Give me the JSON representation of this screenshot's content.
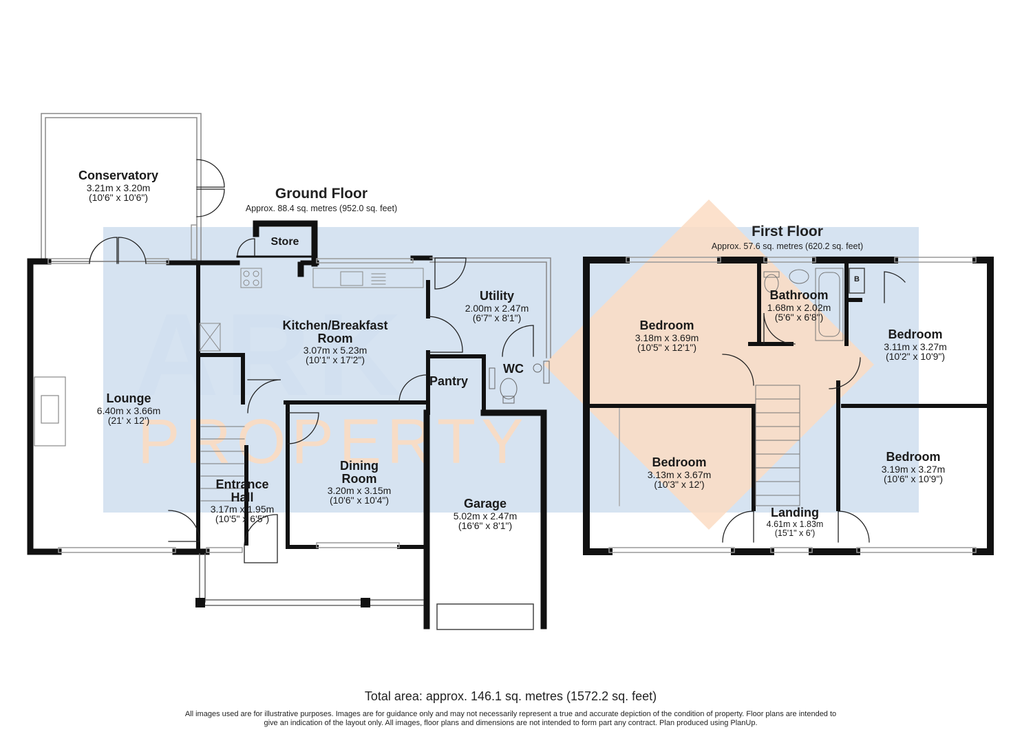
{
  "watermark": {
    "line1": "ARK",
    "line2": "PROPERTY",
    "blue": "#d6e3f1",
    "orange": "#fbdcc3"
  },
  "ground_floor": {
    "title": "Ground Floor",
    "area": "Approx. 88.4 sq. metres (952.0 sq. feet)",
    "rooms": {
      "conservatory": {
        "name": "Conservatory",
        "metric": "3.21m x 3.20m",
        "imperial": "(10'6\" x 10'6\")"
      },
      "store": {
        "name": "Store"
      },
      "kitchen": {
        "name_line1": "Kitchen/Breakfast",
        "name_line2": "Room",
        "metric": "3.07m x 5.23m",
        "imperial": "(10'1\" x 17'2\")"
      },
      "utility": {
        "name": "Utility",
        "metric": "2.00m x 2.47m",
        "imperial": "(6'7\" x 8'1\")"
      },
      "wc": {
        "name": "WC"
      },
      "pantry": {
        "name": "Pantry"
      },
      "lounge": {
        "name": "Lounge",
        "metric": "6.40m x 3.66m",
        "imperial": "(21' x 12')"
      },
      "entrance_hall": {
        "name_line1": "Entrance",
        "name_line2": "Hall",
        "metric": "3.17m x 1.95m",
        "imperial": "(10'5\" x 6'5\")"
      },
      "dining_room": {
        "name_line1": "Dining",
        "name_line2": "Room",
        "metric": "3.20m x 3.15m",
        "imperial": "(10'6\" x 10'4\")"
      },
      "garage": {
        "name": "Garage",
        "metric": "5.02m x 2.47m",
        "imperial": "(16'6\" x 8'1\")"
      }
    }
  },
  "first_floor": {
    "title": "First Floor",
    "area": "Approx. 57.6 sq. metres (620.2 sq. feet)",
    "rooms": {
      "bedroom_tl": {
        "name": "Bedroom",
        "metric": "3.18m x 3.69m",
        "imperial": "(10'5\" x 12'1\")"
      },
      "bathroom": {
        "name": "Bathroom",
        "metric": "1.68m x 2.02m",
        "imperial": "(5'6\" x 6'8\")"
      },
      "boiler": {
        "name": "B"
      },
      "bedroom_tr": {
        "name": "Bedroom",
        "metric": "3.11m x 3.27m",
        "imperial": "(10'2\" x 10'9\")"
      },
      "bedroom_bl": {
        "name": "Bedroom",
        "metric": "3.13m x 3.67m",
        "imperial": "(10'3\" x 12')"
      },
      "bedroom_br": {
        "name": "Bedroom",
        "metric": "3.19m x 3.27m",
        "imperial": "(10'6\" x 10'9\")"
      },
      "landing": {
        "name": "Landing",
        "metric": "4.61m x 1.83m",
        "imperial": "(15'1\" x 6')"
      }
    }
  },
  "total_area": "Total area: approx. 146.1 sq. metres (1572.2 sq. feet)",
  "disclaimer": "All images used are for illustrative purposes. Images are for guidance only and may not necessarily represent a true and accurate depiction of the condition of property. Floor plans are intended to give an indication of the layout only. All images, floor plans and dimensions are not intended to form part any contract. Plan produced using PlanUp.",
  "colors": {
    "wall": "#111111",
    "window": "#9a9a9a",
    "door": "#222222"
  }
}
